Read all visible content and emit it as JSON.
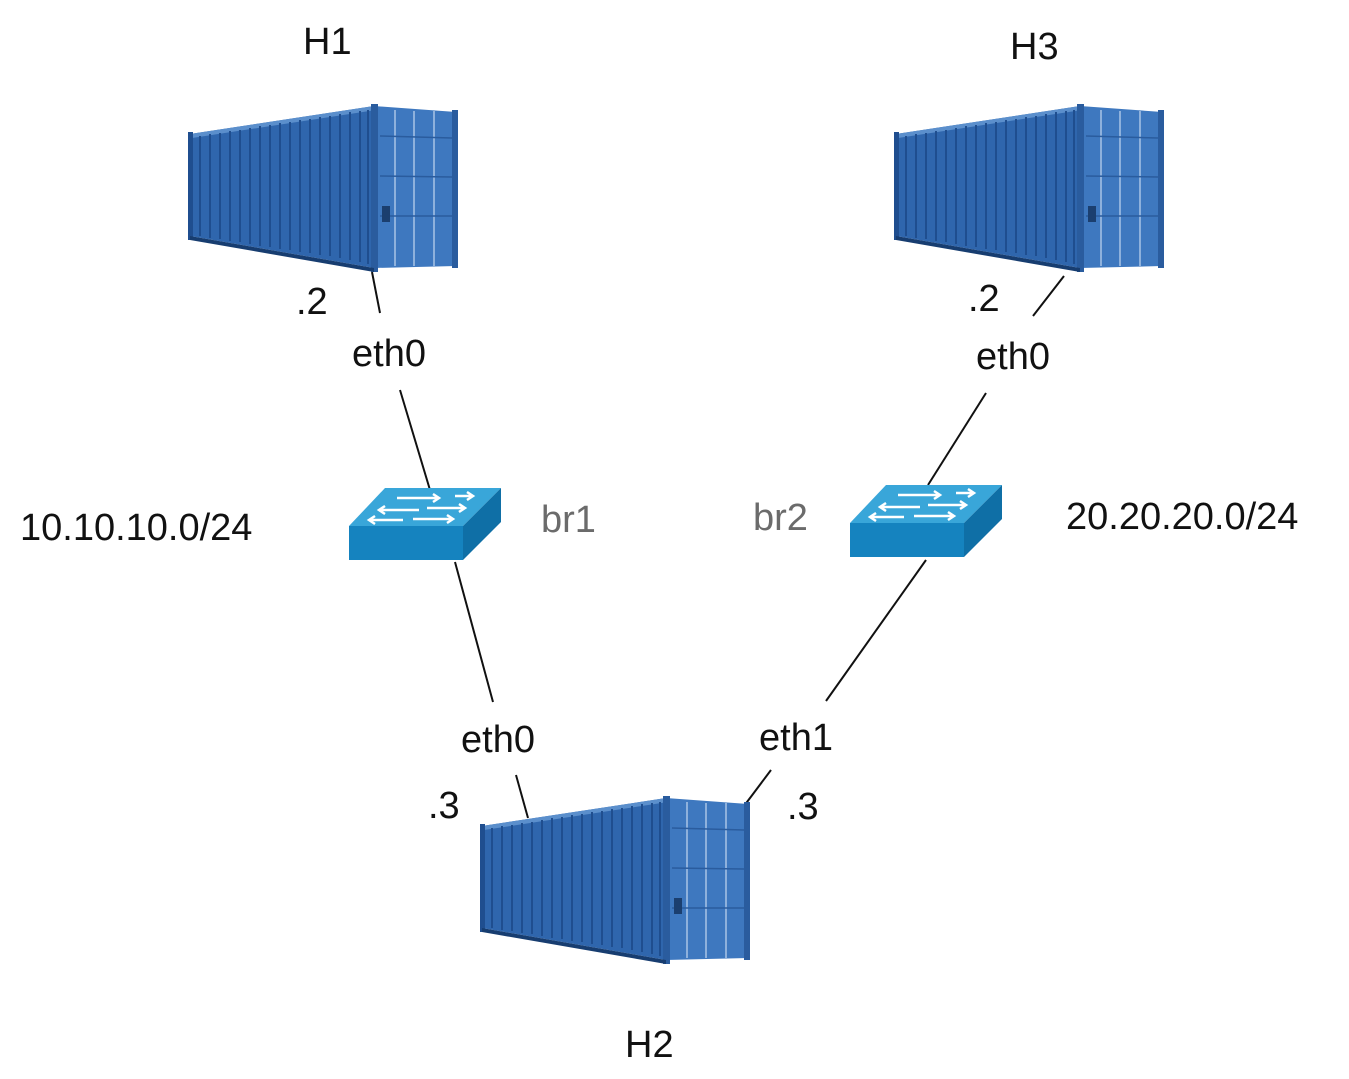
{
  "colors": {
    "container_face": "#2f66ad",
    "container_dark": "#1f4e8f",
    "container_light": "#4a82c4",
    "container_end": "#3e78bf",
    "switch_top": "#39a6d9",
    "switch_front": "#1583bf",
    "link_line": "#111111",
    "bridge_label": "#6b6b6b"
  },
  "hosts": {
    "h1": {
      "name": "H1",
      "icon": "shipping-container-icon"
    },
    "h2": {
      "name": "H2",
      "icon": "shipping-container-icon"
    },
    "h3": {
      "name": "H3",
      "icon": "shipping-container-icon"
    }
  },
  "bridges": {
    "br1": {
      "name": "br1",
      "icon": "network-switch-icon"
    },
    "br2": {
      "name": "br2",
      "icon": "network-switch-icon"
    }
  },
  "subnets": {
    "left": "10.10.10.0/24",
    "right": "20.20.20.0/24"
  },
  "interfaces": {
    "h1_eth0": {
      "name": "eth0",
      "addr": ".2"
    },
    "h3_eth0": {
      "name": "eth0",
      "addr": ".2"
    },
    "h2_eth0": {
      "name": "eth0",
      "addr": ".3"
    },
    "h2_eth1": {
      "name": "eth1",
      "addr": ".3"
    }
  }
}
